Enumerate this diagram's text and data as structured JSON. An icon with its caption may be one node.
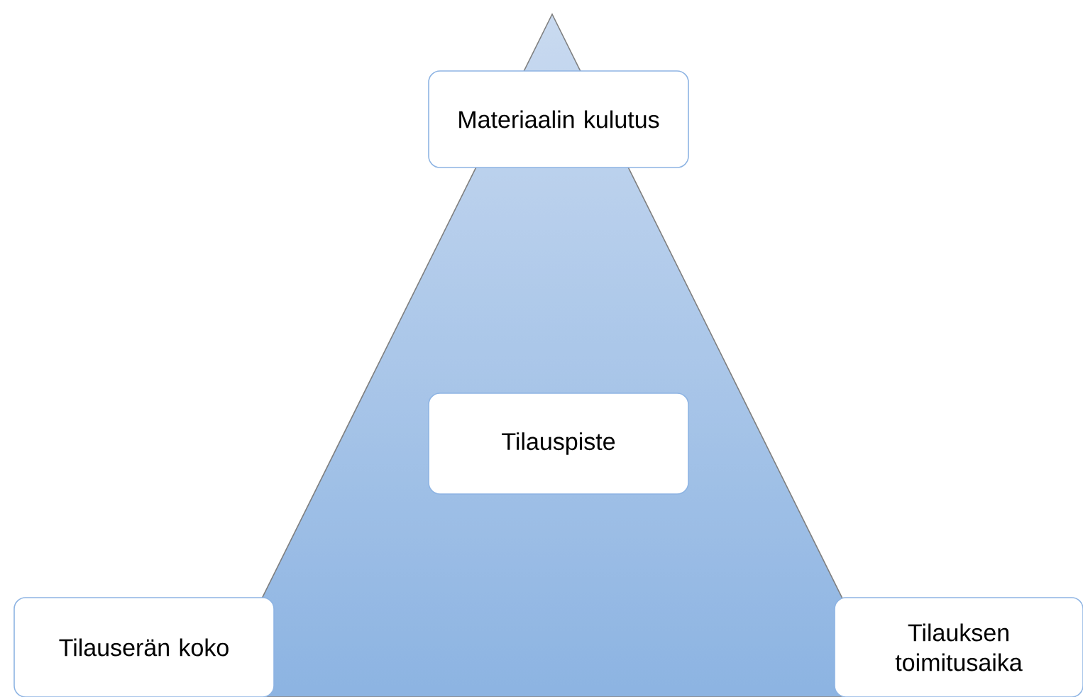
{
  "diagram": {
    "nodes": [
      {
        "text": [
          "Materiaalin kulutus"
        ]
      },
      {
        "text": [
          "Tilauspiste"
        ]
      },
      {
        "text": [
          "Tilauserän koko"
        ]
      },
      {
        "text": [
          "Tilauksen toimitusaika"
        ]
      }
    ]
  }
}
